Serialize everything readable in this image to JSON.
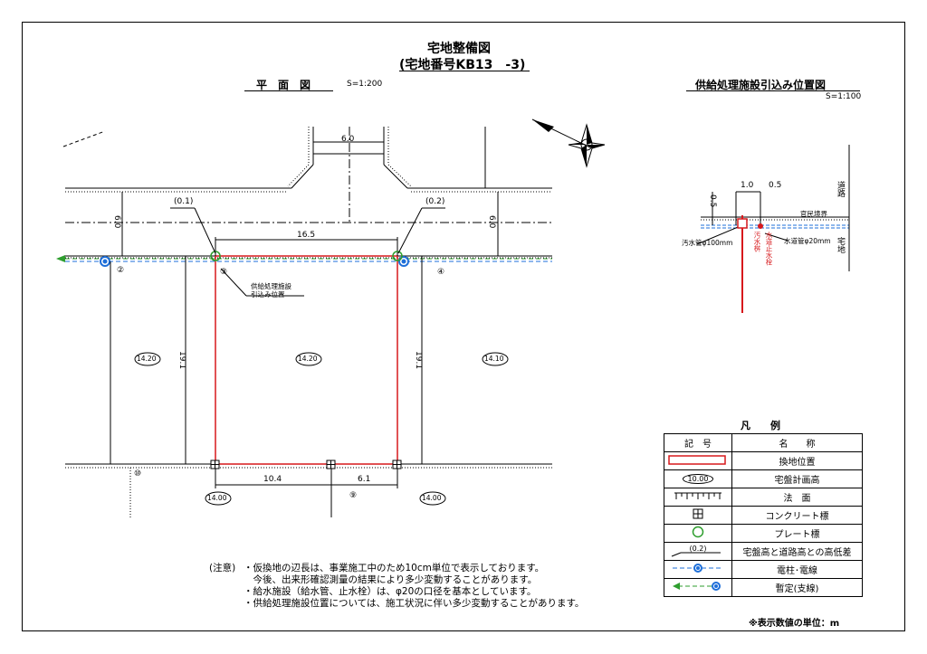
{
  "title": {
    "line1": "宅地整備図",
    "line2": "(宅地番号KB13　-3)"
  },
  "plan": {
    "heading": "平　面　図",
    "scale": "S=1:200",
    "dims": {
      "road_top_width": "6.0",
      "road_width_left": "6.0",
      "road_width_right": "6.0",
      "lot_width_top": "16.5",
      "lot_depth_left": "19.1",
      "lot_depth_right": "19.1",
      "bottom_left": "10.4",
      "bottom_right": "6.1"
    },
    "diffs": {
      "left": "(0.1)",
      "right": "(0.2)"
    },
    "lot_numbers": {
      "n2": "②",
      "n3": "③",
      "n4": "④",
      "n9": "⑨",
      "n10": "⑩"
    },
    "heights": {
      "left": "14.20",
      "center": "14.20",
      "right": "14.10",
      "bottom_left": "14.00",
      "bottom_right": "14.00"
    },
    "callout": {
      "line1": "供給処理施設",
      "line2": "引込み位置"
    }
  },
  "detail": {
    "heading": "供給処理施設引込み位置図",
    "scale": "S=1:100",
    "dims": {
      "a": "1.0",
      "b": "0.5",
      "c": "0.5"
    },
    "boundary": "官民境界",
    "sewer_pipe": "汚水管φ100mm",
    "water_pipe": "水道管φ20mm",
    "sewer_box": "汚水桝",
    "water_valve": "水道止水栓",
    "road": "道路",
    "lot": "宅地"
  },
  "legend": {
    "title": "凡　　例",
    "col_symbol": "記　号",
    "col_name": "名　　称",
    "rows": [
      {
        "name": "換地位置",
        "icon": "red-rect"
      },
      {
        "name": "宅盤計画高",
        "icon": "oval-number",
        "symbol_text": "10.00"
      },
      {
        "name": "法　面",
        "icon": "slope-hatch"
      },
      {
        "name": "コンクリート標",
        "icon": "concrete-marker"
      },
      {
        "name": "プレート標",
        "icon": "green-circle"
      },
      {
        "name": "宅盤高と道路高との高低差",
        "icon": "diff-leader",
        "symbol_text": "(0.2)"
      },
      {
        "name": "電柱･電線",
        "icon": "pole-wire"
      },
      {
        "name": "暫定(支線)",
        "icon": "guy-wire"
      }
    ],
    "unit_note": "※表示数値の単位：m"
  },
  "notes": {
    "label": "(注意)",
    "lines": [
      "・仮換地の辺長は、事業施工中のため10cm単位で表示しております。",
      "　今後、出来形確認測量の結果により多少変動することがあります。",
      "・給水施設（給水管、止水栓）は、φ20の口径を基本としています。",
      "・供給処理施設位置については、施工状況に伴い多少変動することがあります。"
    ]
  },
  "colors": {
    "lot_outline": "#d7191c",
    "plate": "#2e9e2e",
    "pole": "#1e6fd9",
    "guy": "#2e9e2e"
  }
}
